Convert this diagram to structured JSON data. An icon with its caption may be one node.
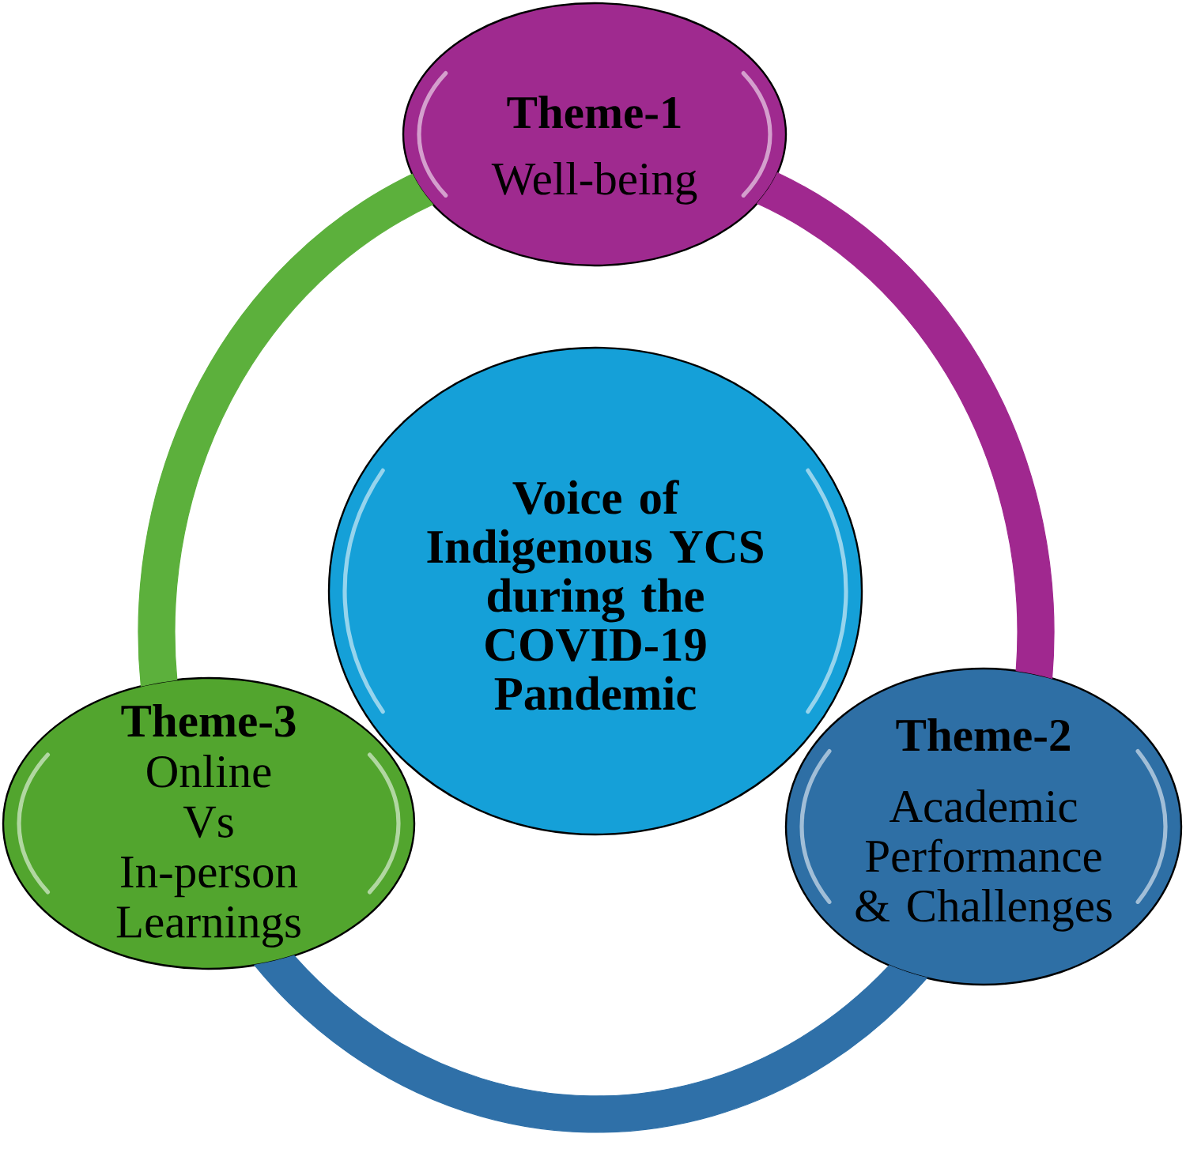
{
  "diagram": {
    "nodes": [
      {
        "text": [
          "Theme-1",
          "Well-being"
        ]
      },
      {
        "text": [
          "Voice of Indigenous YCS during the COVID-19 Pandemic"
        ]
      },
      {
        "text": [
          "Theme-3",
          "Online Vs In-person Learnings"
        ]
      },
      {
        "text": [
          "Theme-2",
          "Academic Performance & Challenges"
        ]
      }
    ],
    "edges": [
      {
        "from": 0,
        "to": 3,
        "arrow": "none",
        "color": "#a0288f"
      },
      {
        "from": 3,
        "to": 2,
        "arrow": "none",
        "color": "#2f70a8"
      },
      {
        "from": 2,
        "to": 0,
        "arrow": "none",
        "color": "#5cb03c"
      }
    ]
  }
}
